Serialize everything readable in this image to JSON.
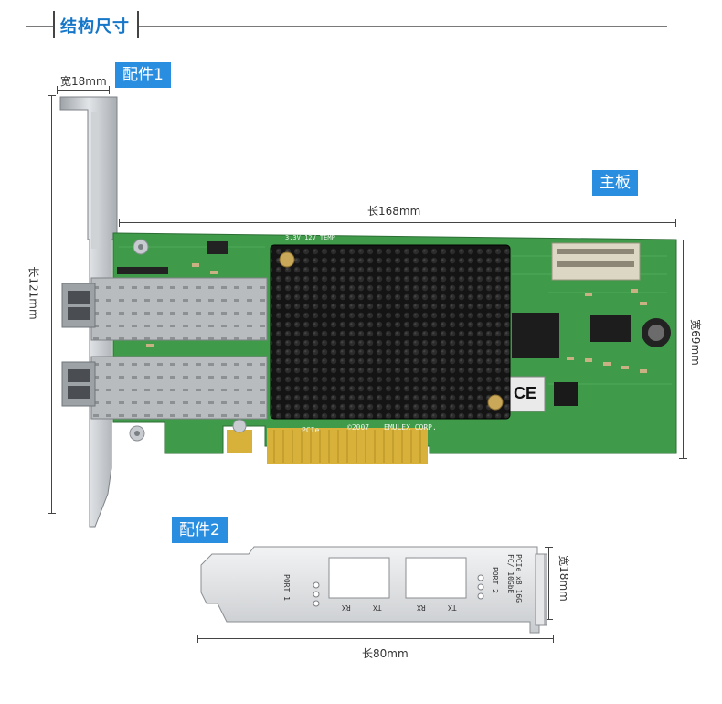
{
  "header": {
    "title": "结构尺寸"
  },
  "labels": {
    "accessory1": "配件1",
    "accessory2": "配件2",
    "mainboard": "主板"
  },
  "dimensions": {
    "bracket1_width": "宽18mm",
    "bracket1_length": "长121mm",
    "board_length": "长168mm",
    "board_width": "宽69mm",
    "bracket2_width": "宽18mm",
    "bracket2_length": "长80mm"
  },
  "board_text": {
    "brand": "EMULEX CORP.",
    "year": "©2007",
    "pci": "PCIe",
    "ce": "CE",
    "volt": "3.3V 12V TEMP"
  },
  "bracket2_text": {
    "port1": "PORT 1",
    "port2": "PORT 2",
    "spec": "PCIe x8 16G FC/ 10GbE",
    "rx1": "RX",
    "tx1": "TX",
    "rx2": "RX",
    "tx2": "TX"
  },
  "colors": {
    "accent": "#1677c8",
    "tag_bg": "#2a8ee0",
    "pcb": "#3f9a4a",
    "heatsink": "#141414",
    "gold": "#d8b13a"
  }
}
